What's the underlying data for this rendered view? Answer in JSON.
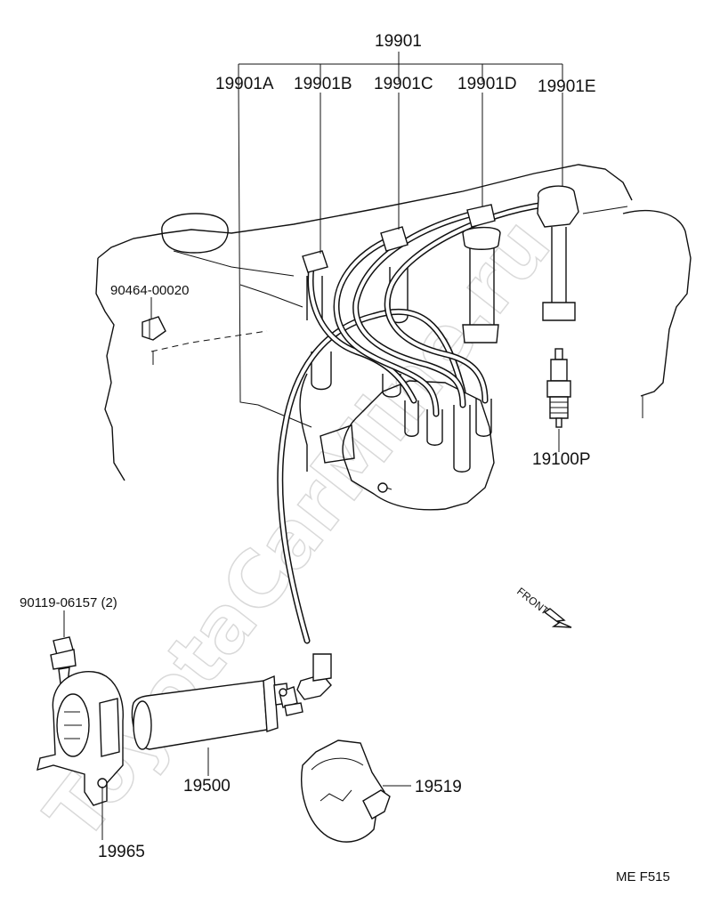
{
  "watermark": "ToyotaCarMine.ru",
  "labels": {
    "assembly": "19901",
    "cordA": "19901A",
    "cordB": "19901B",
    "cordC": "19901C",
    "cordD": "19901D",
    "cordE": "19901E",
    "clamp": "90464-00020",
    "plug": "19100P",
    "bolt": "90119-06157 (2)",
    "coil": "19500",
    "bracket": "19965",
    "cover": "19519",
    "front": "FRONT",
    "figure_code": "ME F515"
  }
}
